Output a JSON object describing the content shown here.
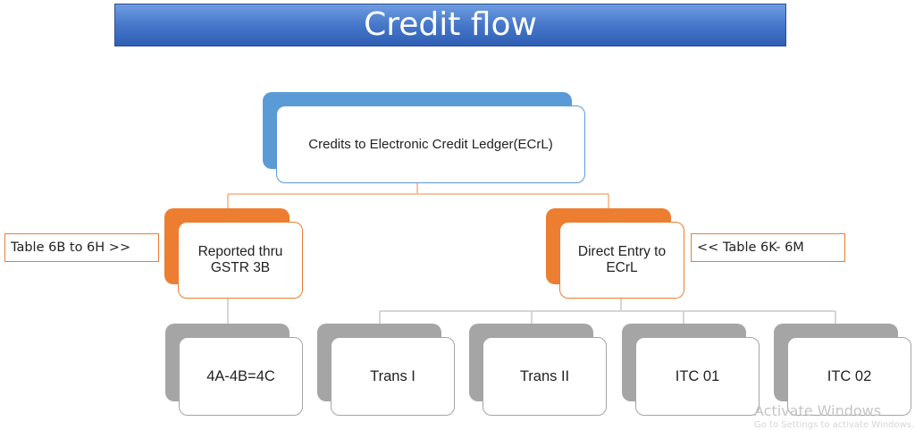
{
  "title": "Credit flow",
  "root": {
    "label": "Credits to Electronic Credit Ledger(ECrL)"
  },
  "left_node": {
    "label_line1": "Reported thru",
    "label_line2": "GSTR 3B"
  },
  "right_node": {
    "label_line1": "Direct Entry to",
    "label_line2": "ECrL"
  },
  "left_note": "Table 6B to 6H >>",
  "right_note": "<< Table 6K- 6M",
  "leaves": [
    "4A-4B=4C",
    "Trans I",
    "Trans II",
    "ITC 01",
    "ITC 02"
  ],
  "watermark": {
    "line1": "Activate Windows",
    "line2": "Go to Settings to activate Windows."
  },
  "colors": {
    "banner": "#4677c9",
    "root": "#5b9bd5",
    "level2": "#ed7d31",
    "leaf": "#a5a5a5"
  }
}
